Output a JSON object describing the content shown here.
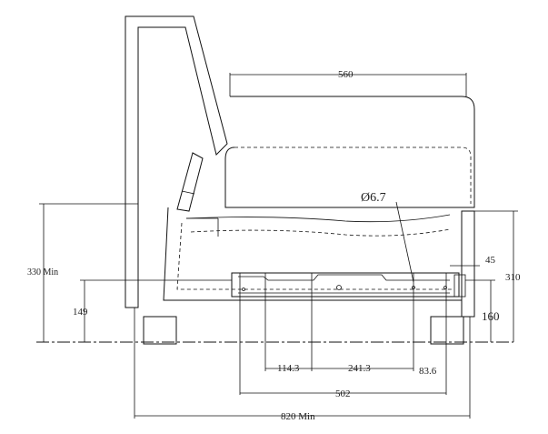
{
  "dimensions": {
    "width_560": "560",
    "height_330": "330 Min",
    "height_149": "149",
    "hole_diameter": "Ø6.7",
    "offset_45": "45",
    "height_310": "310",
    "height_160": "160",
    "spacing_114": "114.3",
    "spacing_241": "241.3",
    "spacing_83": "83.6",
    "length_502": "502",
    "clearance_820": "820 Min"
  },
  "colors": {
    "line": "#111111",
    "hatch": "#111111",
    "background": "#ffffff"
  }
}
